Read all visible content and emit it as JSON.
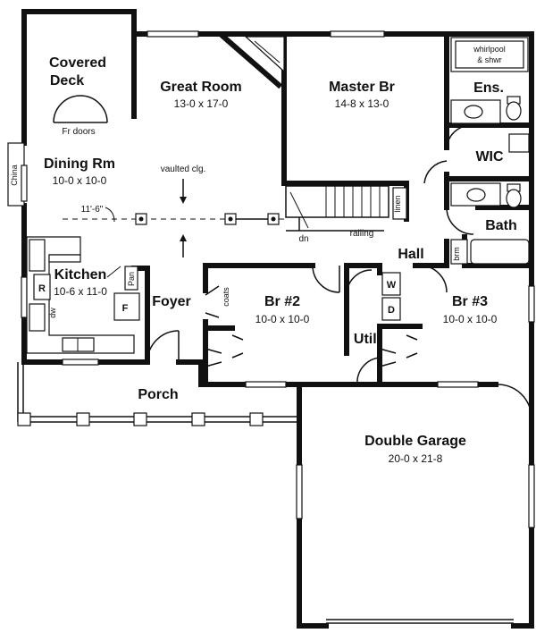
{
  "rooms": {
    "covered_deck": {
      "name_line1": "Covered",
      "name_line2": "Deck"
    },
    "great_room": {
      "name": "Great Room",
      "size": "13-0 x 17-0"
    },
    "master_br": {
      "name": "Master Br",
      "size": "14-8 x 13-0"
    },
    "ensuite": {
      "name": "Ens."
    },
    "wic": {
      "name": "WIC"
    },
    "dining": {
      "name": "Dining Rm",
      "size": "10-0 x 10-0"
    },
    "bath": {
      "name": "Bath"
    },
    "hall": {
      "name": "Hall"
    },
    "kitchen": {
      "name": "Kitchen",
      "size": "10-6 x 11-0"
    },
    "foyer": {
      "name": "Foyer"
    },
    "br2": {
      "name": "Br #2",
      "size": "10-0 x 10-0"
    },
    "br3": {
      "name": "Br #3",
      "size": "10-0 x 10-0"
    },
    "utility": {
      "name": "Util."
    },
    "porch": {
      "name": "Porch"
    },
    "garage": {
      "name": "Double Garage",
      "size": "20-0 x 21-8"
    }
  },
  "annotations": {
    "fr_doors": "Fr doors",
    "china": "China",
    "vaulted": "vaulted clg.",
    "ceiling_height": "11'-6\"",
    "whirlpool_line1": "whirlpool",
    "whirlpool_line2": "& shwr",
    "linen": "linen",
    "railing": "railing",
    "dn": "dn",
    "brm": "brm",
    "coats": "coats",
    "pan": "Pan",
    "dw": "dw",
    "fridge": "R",
    "freezer": "F",
    "washer": "W",
    "dryer": "D"
  }
}
